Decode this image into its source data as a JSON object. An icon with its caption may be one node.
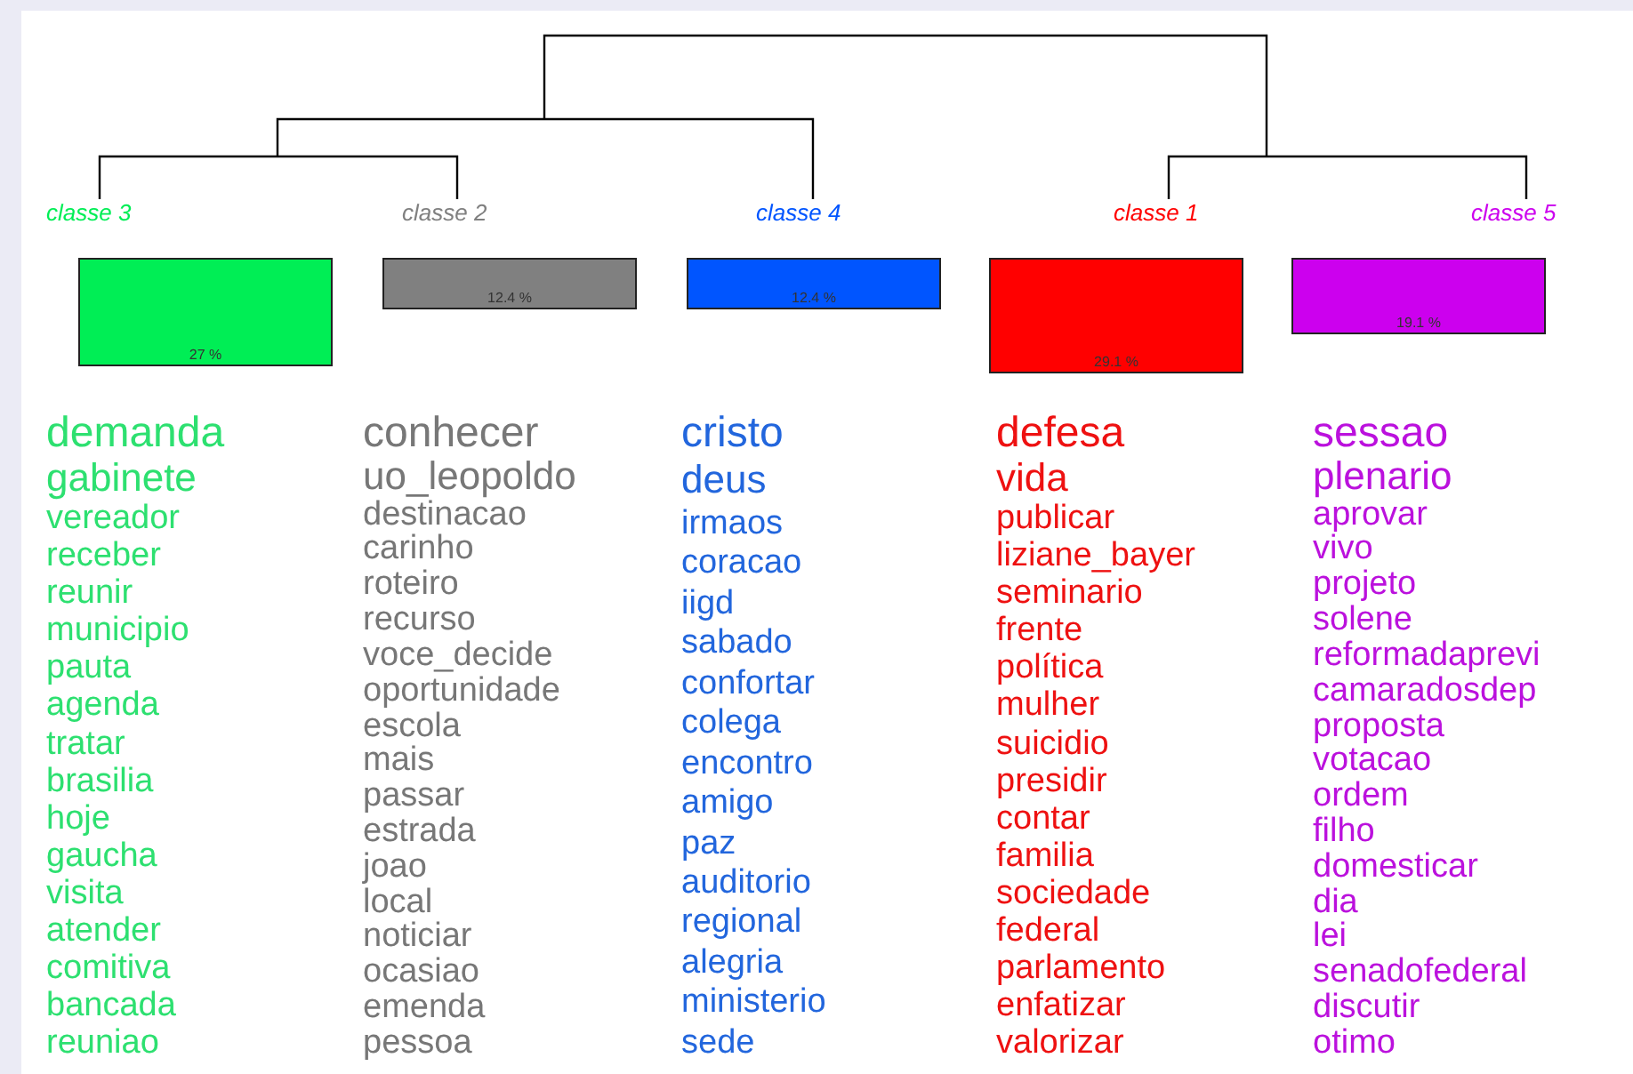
{
  "diagram": {
    "nodes": [
      {
        "text": [
          "classe 3"
        ]
      },
      {
        "text": [
          "classe 2"
        ]
      },
      {
        "text": [
          "classe 4"
        ]
      },
      {
        "text": [
          "classe 1"
        ]
      },
      {
        "text": [
          "classe 5"
        ]
      },
      {
        "text": [
          "27 %"
        ],
        "beside": [
          "demanda",
          "gabinete",
          "vereador",
          "receber",
          "reunir",
          "municipio",
          "pauta",
          "agenda",
          "tratar",
          "brasilia",
          "hoje",
          "gaucha",
          "visita",
          "atender",
          "comitiva",
          "bancada",
          "reuniao"
        ]
      },
      {
        "text": [
          "12.4 %"
        ],
        "beside": [
          "conhecer",
          "uo_leopoldo",
          "destinacao",
          "carinho",
          "roteiro",
          "recurso",
          "voce_decide",
          "oportunidade",
          "escola",
          "mais",
          "passar",
          "estrada",
          "joao",
          "local",
          "noticiar",
          "ocasiao",
          "emenda",
          "pessoa"
        ]
      },
      {
        "text": [
          "12.4 %"
        ],
        "beside": [
          "cristo",
          "deus",
          "irmaos",
          "coracao",
          "iigd",
          "sabado",
          "confortar",
          "colega",
          "encontro",
          "amigo",
          "paz",
          "auditorio",
          "regional",
          "alegria",
          "ministerio",
          "sede"
        ]
      },
      {
        "text": [
          "29.1 %"
        ],
        "beside": [
          "defesa",
          "vida",
          "publicar",
          "liziane_bayer",
          "seminario",
          "frente",
          "política",
          "mulher",
          "suicidio",
          "presidir",
          "contar",
          "familia",
          "sociedade",
          "federal",
          "parlamento",
          "enfatizar",
          "valorizar"
        ]
      },
      {
        "text": [
          "19.1 %"
        ],
        "beside": [
          "sessao",
          "plenario",
          "aprovar",
          "vivo",
          "projeto",
          "solene",
          "reformadaprevi",
          "camaradosdep",
          "proposta",
          "votacao",
          "ordem",
          "filho",
          "domesticar",
          "dia",
          "lei",
          "senadofederal",
          "discutir",
          "otimo"
        ]
      }
    ]
  }
}
